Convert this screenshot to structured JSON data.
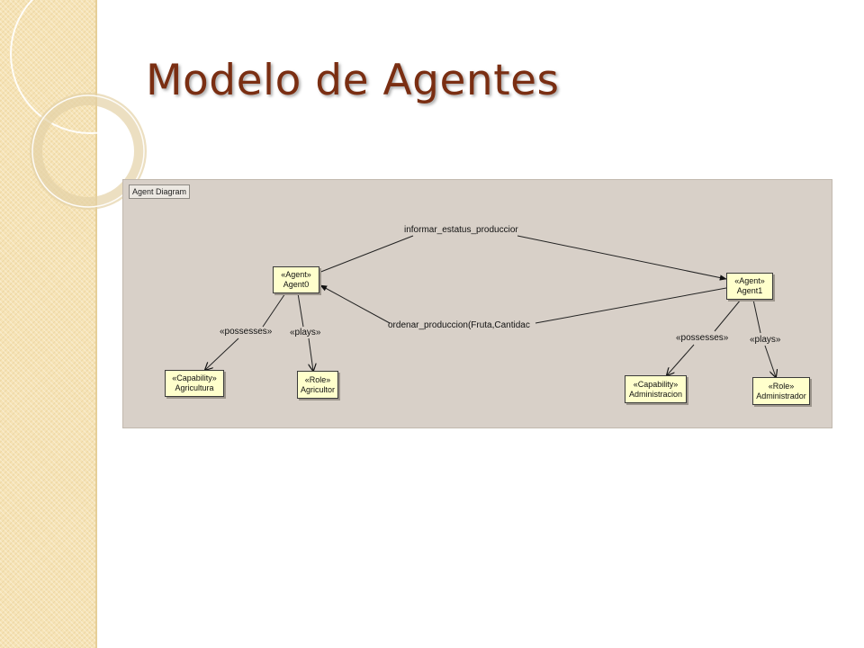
{
  "slide": {
    "title": "Modelo de Agentes"
  },
  "diagram": {
    "caption": "Agent Diagram",
    "nodes": {
      "agent0": {
        "stereotype": "«Agent»",
        "name": "Agent0"
      },
      "agent1": {
        "stereotype": "«Agent»",
        "name": "Agent1"
      },
      "capability_agricultura": {
        "stereotype": "«Capability»",
        "name": "Agricultura"
      },
      "role_agricultor": {
        "stereotype": "«Role»",
        "name": "Agricultor"
      },
      "capability_administracion": {
        "stereotype": "«Capability»",
        "name": "Administracion"
      },
      "role_administrador": {
        "stereotype": "«Role»",
        "name": "Administrador"
      }
    },
    "relations": {
      "informar": "informar_estatus_produccior",
      "ordenar": "ordenar_produccion(Fruta,Cantidac",
      "possesses_left": "«possesses»",
      "plays_left": "«plays»",
      "possesses_right": "«possesses»",
      "plays_right": "«plays»"
    }
  },
  "colors": {
    "title": "#7a2e12",
    "side_strip": "#f6e3b6",
    "panel_background": "#d8d0c8",
    "node_fill": "#ffffcc"
  }
}
